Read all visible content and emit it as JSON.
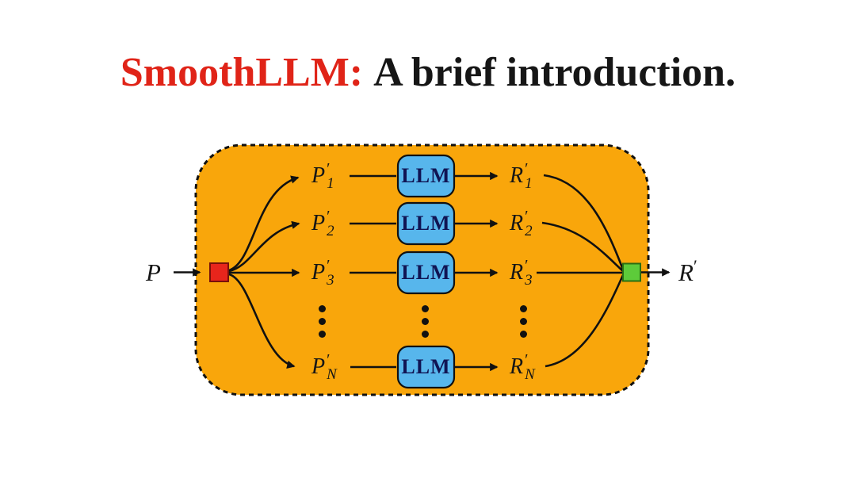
{
  "title": {
    "highlight": "SmoothLLM:",
    "rest": "A brief introduction."
  },
  "diagram": {
    "input_label": "P",
    "output_label": {
      "base": "R",
      "prime": "′"
    },
    "rows": [
      {
        "p": {
          "base": "P",
          "prime": "′",
          "sub": "1"
        },
        "llm": "LLM",
        "r": {
          "base": "R",
          "prime": "′",
          "sub": "1"
        }
      },
      {
        "p": {
          "base": "P",
          "prime": "′",
          "sub": "2"
        },
        "llm": "LLM",
        "r": {
          "base": "R",
          "prime": "′",
          "sub": "2"
        }
      },
      {
        "p": {
          "base": "P",
          "prime": "′",
          "sub": "3"
        },
        "llm": "LLM",
        "r": {
          "base": "R",
          "prime": "′",
          "sub": "3"
        }
      },
      {
        "p": {
          "base": "P",
          "prime": "′",
          "sub": "N"
        },
        "llm": "LLM",
        "r": {
          "base": "R",
          "prime": "′",
          "sub": "N"
        }
      }
    ],
    "ellipsis_icon": "⋮",
    "colors": {
      "background": "#FFFFFF",
      "title_accent": "#E02418",
      "title_text": "#161616",
      "container_fill": "#F9A60B",
      "container_border": "#111111",
      "llm_fill": "#57B6EC",
      "llm_border": "#111111",
      "llm_text": "#101453",
      "input_square_fill": "#E8251C",
      "input_square_border": "#79100A",
      "output_square_fill": "#5DCB3A",
      "output_square_border": "#2B6E12",
      "line_color": "#111111"
    }
  }
}
